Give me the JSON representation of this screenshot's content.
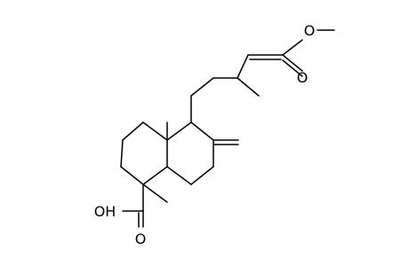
{
  "labels": {
    "oxygen_carbonyl_ester": "O",
    "oxygen_methoxy": "O",
    "hydroxyl_group": "OH",
    "oxygen_carbonyl_acid": "O"
  },
  "colors": {
    "bond": "#000000",
    "label": "#000000",
    "background": "#ffffff"
  }
}
